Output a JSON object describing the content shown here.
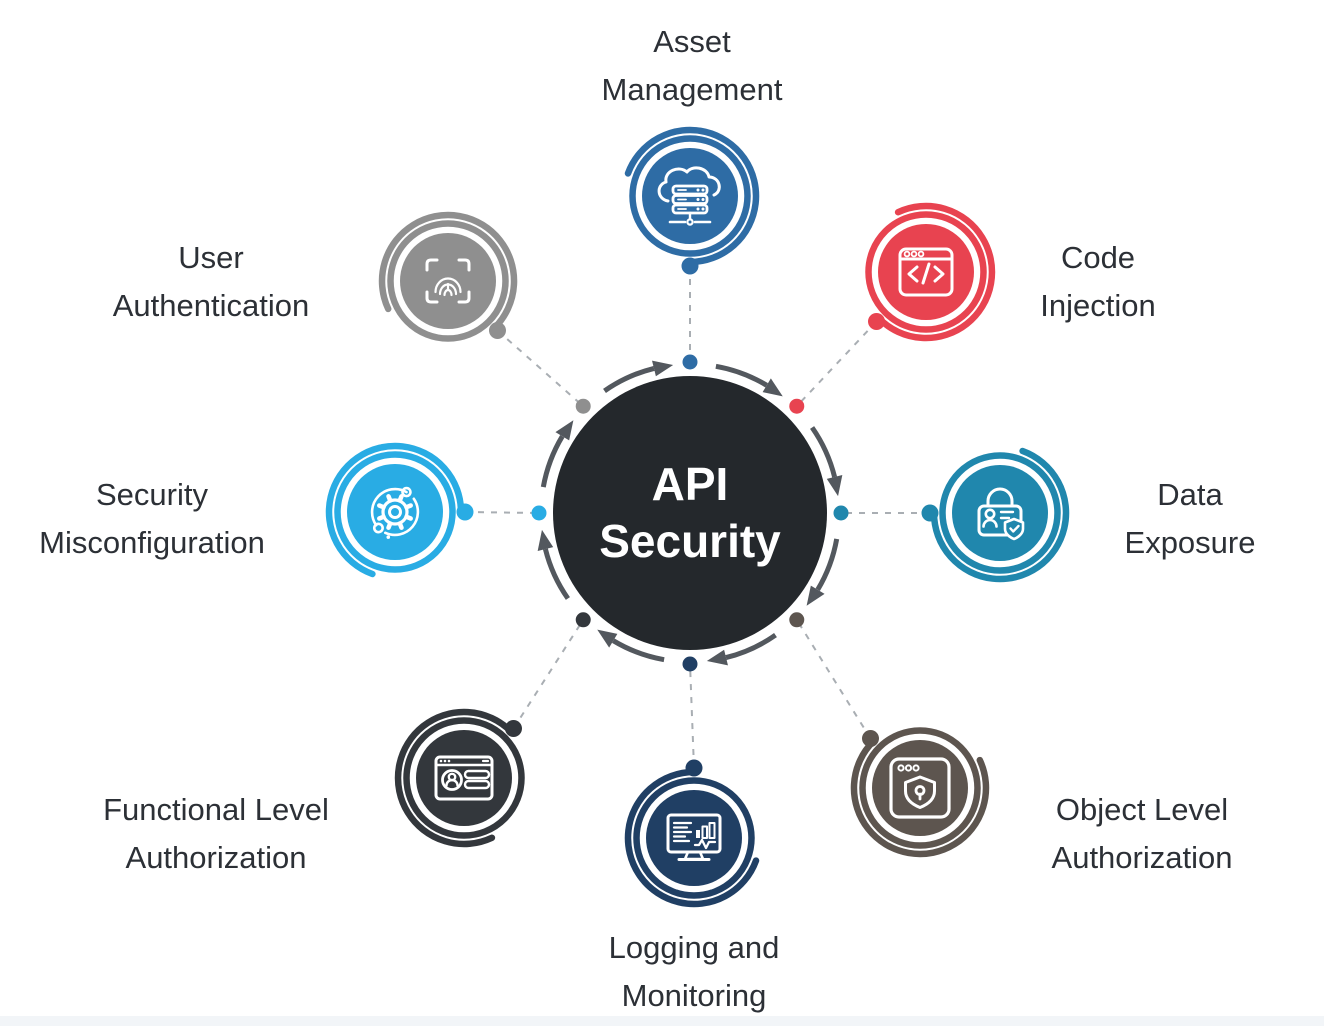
{
  "diagram_title": "API Security",
  "background_color": "#ffffff",
  "bottom_strip_color": "#f2f5f8",
  "label_color": "#2c3036",
  "connector_color": "#a9aeb3",
  "center": {
    "label": "API\nSecurity",
    "fill_color": "#24282c",
    "text_color": "#ffffff",
    "ring_color": "#53585e"
  },
  "nodes": [
    {
      "id": "asset-management",
      "label": "Asset\nManagement",
      "position": "top",
      "color": "#2e6ca5",
      "icon": "cloud-server-icon"
    },
    {
      "id": "code-injection",
      "label": "Code\nInjection",
      "position": "top-right",
      "color": "#e84350",
      "icon": "code-window-icon"
    },
    {
      "id": "data-exposure",
      "label": "Data\nExposure",
      "position": "right",
      "color": "#2087ad",
      "icon": "lock-id-shield-icon"
    },
    {
      "id": "object-level-authorization",
      "label": "Object Level\nAuthorization",
      "position": "bottom-right",
      "color": "#5d554f",
      "icon": "window-keyhole-shield-icon"
    },
    {
      "id": "logging-and-monitoring",
      "label": "Logging and\nMonitoring",
      "position": "bottom",
      "color": "#203f64",
      "icon": "monitor-analytics-icon"
    },
    {
      "id": "functional-level-authorization",
      "label": "Functional Level\nAuthorization",
      "position": "bottom-left",
      "color": "#33373c",
      "icon": "window-user-list-icon"
    },
    {
      "id": "security-misconfiguration",
      "label": "Security\nMisconfiguration",
      "position": "left",
      "color": "#29ace4",
      "icon": "gear-orbit-icon"
    },
    {
      "id": "user-authentication",
      "label": "User\nAuthentication",
      "position": "top-left",
      "color": "#8f8f8f",
      "icon": "fingerprint-scan-icon"
    }
  ]
}
